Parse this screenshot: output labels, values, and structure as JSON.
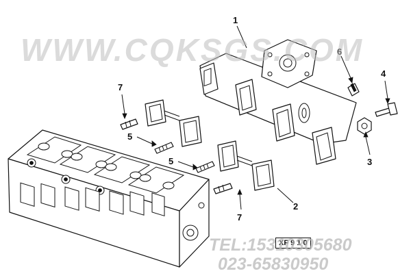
{
  "diagram": {
    "callouts": {
      "c1": "1",
      "c2": "2",
      "c3": "3",
      "c4": "4",
      "c5a": "5",
      "c5b": "5",
      "c6": "6",
      "c7a": "7",
      "c7b": "7"
    },
    "reference_code": "XF 9 1 0"
  },
  "watermark": {
    "url": "WWW.CQKSGS.COM",
    "tel_line1": "TEL:15310305680",
    "tel_line2": "023-65830950"
  }
}
